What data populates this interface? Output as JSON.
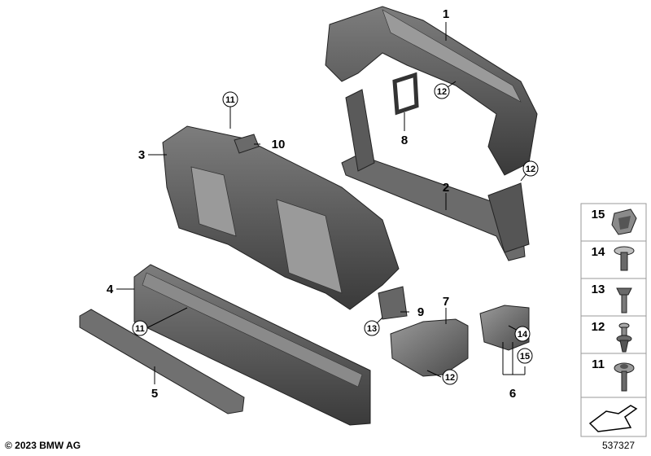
{
  "copyright": "© 2023 BMW AG",
  "doc_id": "537327",
  "callouts": {
    "c1": "1",
    "c2": "2",
    "c3": "3",
    "c4": "4",
    "c5": "5",
    "c6": "6",
    "c7": "7",
    "c8": "8",
    "c9": "9",
    "c10": "10",
    "c11a": "11",
    "c11b": "11",
    "c12a": "12",
    "c12b": "12",
    "c12c": "12",
    "c13": "13",
    "c14": "14",
    "c15": "15"
  },
  "legend": [
    "15",
    "14",
    "13",
    "12",
    "11"
  ],
  "colors": {
    "part_fill": "#4a4a4a",
    "part_light": "#8c8c8c",
    "part_dark": "#2a2a2a",
    "legend_border": "#9a9a9a"
  }
}
